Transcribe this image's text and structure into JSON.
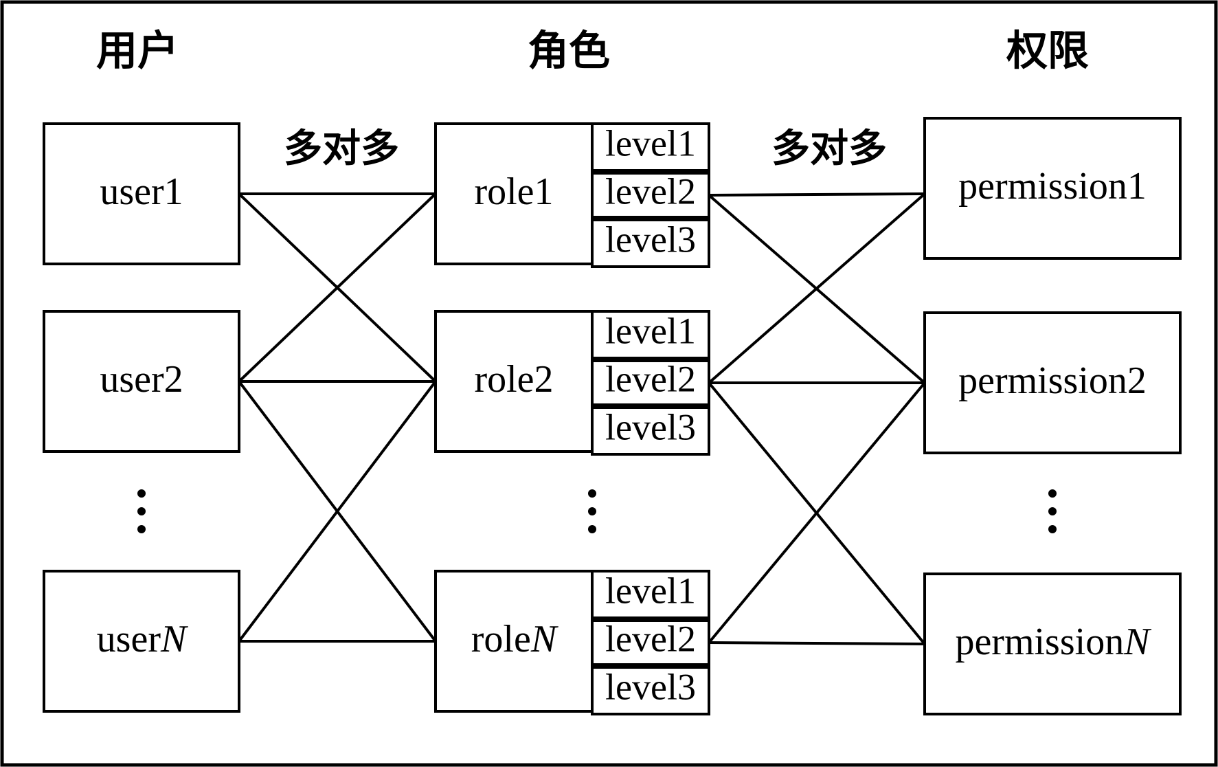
{
  "headers": {
    "users": "用户",
    "roles": "角色",
    "permissions": "权限"
  },
  "relations": {
    "left": "多对多",
    "right": "多对多"
  },
  "users": [
    {
      "base": "user",
      "suffix": "1",
      "suffix_italic": false
    },
    {
      "base": "user",
      "suffix": "2",
      "suffix_italic": false
    },
    {
      "base": "user",
      "suffix": "N",
      "suffix_italic": true
    }
  ],
  "roles": [
    {
      "base": "role",
      "suffix": "1",
      "suffix_italic": false,
      "levels": [
        "level1",
        "level2",
        "level3"
      ]
    },
    {
      "base": "role",
      "suffix": "2",
      "suffix_italic": false,
      "levels": [
        "level1",
        "level2",
        "level3"
      ]
    },
    {
      "base": "role",
      "suffix": "N",
      "suffix_italic": true,
      "levels": [
        "level1",
        "level2",
        "level3"
      ]
    }
  ],
  "permissions": [
    {
      "base": "permission",
      "suffix": "1",
      "suffix_italic": false
    },
    {
      "base": "permission",
      "suffix": "2",
      "suffix_italic": false
    },
    {
      "base": "permission",
      "suffix": "N",
      "suffix_italic": true
    }
  ],
  "user_role_links": [
    [
      "user1",
      "role1"
    ],
    [
      "user1",
      "role2"
    ],
    [
      "user2",
      "role1"
    ],
    [
      "user2",
      "role2"
    ],
    [
      "user2",
      "roleN"
    ],
    [
      "userN",
      "role2"
    ],
    [
      "userN",
      "roleN"
    ]
  ],
  "role_permission_links": [
    [
      "role1",
      "permission1"
    ],
    [
      "role1",
      "permission2"
    ],
    [
      "role2",
      "permission1"
    ],
    [
      "role2",
      "permission2"
    ],
    [
      "role2",
      "permissionN"
    ],
    [
      "roleN",
      "permission2"
    ],
    [
      "roleN",
      "permissionN"
    ]
  ],
  "ellipsis": "⋮"
}
